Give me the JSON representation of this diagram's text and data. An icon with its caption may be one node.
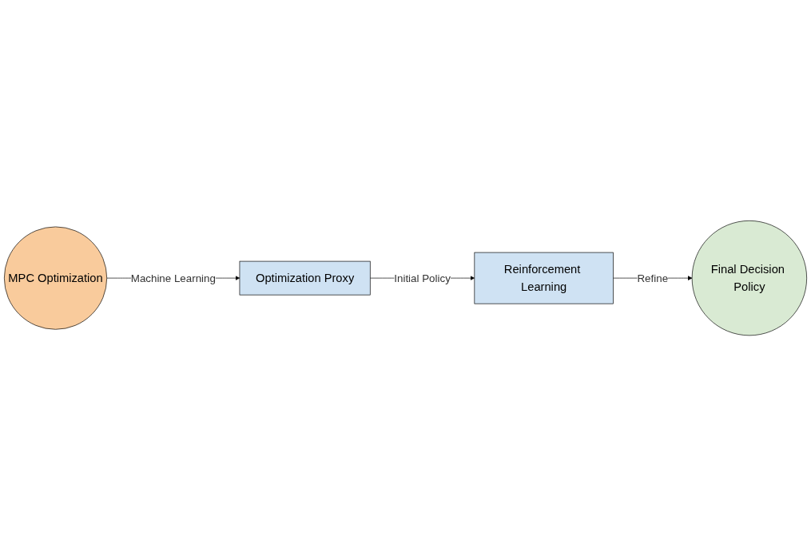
{
  "diagram": {
    "nodes": [
      {
        "text": [
          "MPC Optimization"
        ]
      },
      {
        "text": [
          "Optimization Proxy"
        ]
      },
      {
        "text": [
          "Reinforcement Learning"
        ]
      },
      {
        "text": [
          "Final Decision Policy"
        ]
      }
    ],
    "edges": [
      {
        "from": 0,
        "to": 1,
        "arrow": "to",
        "label": "Machine Learning"
      },
      {
        "from": 1,
        "to": 2,
        "arrow": "to",
        "label": "Initial Policy"
      },
      {
        "from": 2,
        "to": 3,
        "arrow": "to",
        "label": "Refine"
      }
    ]
  }
}
